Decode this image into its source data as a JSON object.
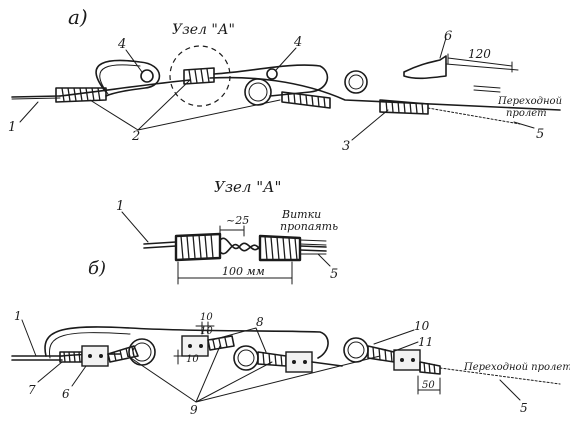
{
  "section_a": {
    "marker": "а)",
    "node_title": "Узел \"А\"",
    "callouts": [
      "1",
      "2",
      "3",
      "4",
      "4",
      "5",
      "6"
    ],
    "dimension": "120",
    "transition_text_line1": "Переходной",
    "transition_text_line2": "пролет"
  },
  "section_b": {
    "marker": "б)",
    "title": "Узел \"А\"",
    "callouts": [
      "1",
      "5"
    ],
    "dim_small": "~25",
    "note_line1": "Витки",
    "note_line2": "пропаять",
    "dim_length": "100 мм"
  },
  "section_c": {
    "callouts": [
      "1",
      "7",
      "6",
      "9",
      "8",
      "10",
      "10",
      "11",
      "5"
    ],
    "dim_10a": "10",
    "dim_10b": "10",
    "dim_50": "50",
    "transition_text": "Переходной пролет"
  }
}
